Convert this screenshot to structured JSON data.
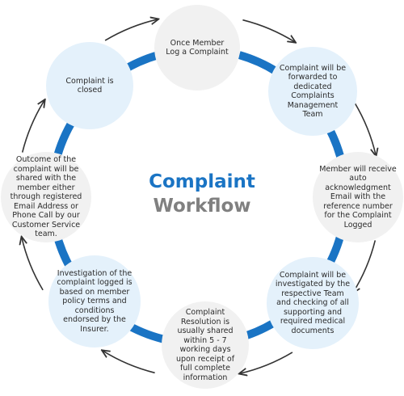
{
  "title": {
    "line1": "Complaint",
    "line2": "Workflow"
  },
  "colors": {
    "ring": "#1a74c4",
    "arrow": "#333333",
    "title_blue": "#1a74c4",
    "title_grey": "#808080"
  },
  "steps": [
    {
      "text": "Once Member Log a Complaint"
    },
    {
      "text": "Complaint will be forwarded to dedicated Complaints Management Team"
    },
    {
      "text": "Member will receive auto acknowledgment Email with the reference number for the Complaint Logged"
    },
    {
      "text": "Complaint will be investigated by the respective Team and checking of all supporting and required medical documents"
    },
    {
      "text": "Complaint Resolution is usually shared within 5 - 7 working days upon receipt of full complete information"
    },
    {
      "text": "Investigation of the complaint logged is based on member policy terms and conditions endorsed by the Insurer."
    },
    {
      "text": "Outcome of the complaint will be shared with the member either through registered Email Address or Phone Call by our Customer Service team."
    },
    {
      "text": "Complaint is closed"
    }
  ]
}
